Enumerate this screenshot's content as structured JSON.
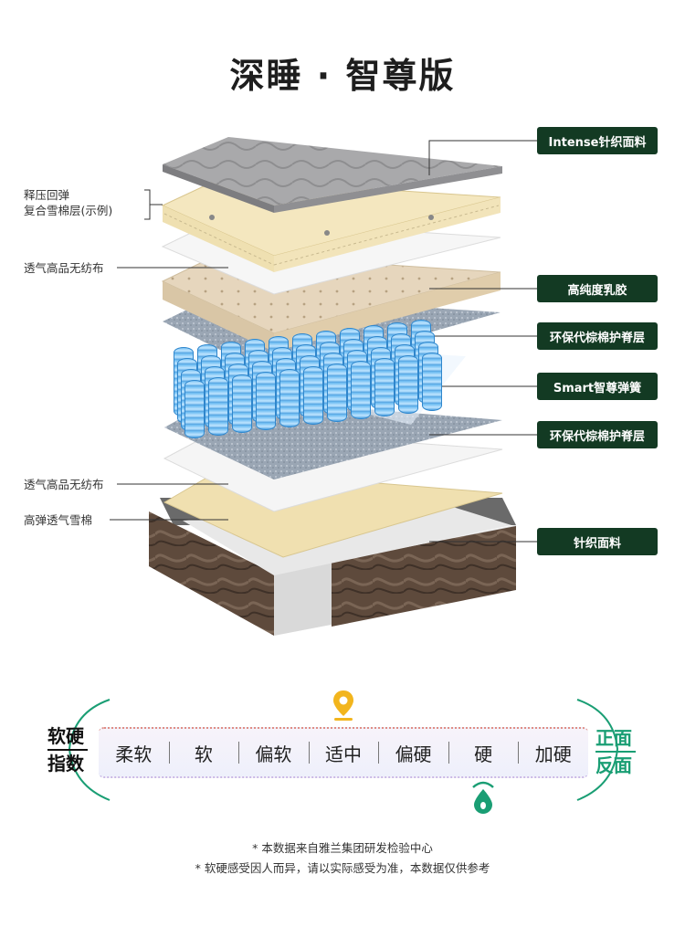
{
  "title": "深睡 · 智尊版",
  "right_tags": [
    {
      "label": "Intense针织面料"
    },
    {
      "label": "高纯度乳胶"
    },
    {
      "label": "环保代棕棉护脊层"
    },
    {
      "label": "Smart智尊弹簧"
    },
    {
      "label": "环保代棕棉护脊层"
    },
    {
      "label": "针织面料"
    }
  ],
  "left_labels": [
    {
      "line1": "释压回弹",
      "line2": "复合雪棉层(示例)"
    },
    {
      "line1": "透气高品无纺布"
    },
    {
      "line1": "透气高品无纺布"
    },
    {
      "line1": "高弹透气雪棉"
    }
  ],
  "firmness": {
    "label_top": "软硬",
    "label_bottom": "指数",
    "levels": [
      "柔软",
      "软",
      "偏软",
      "适中",
      "偏硬",
      "硬",
      "加硬"
    ],
    "front_label": "正面",
    "back_label": "反面",
    "front_level": "适中",
    "back_level": "硬",
    "colors": {
      "front_marker": "#f2b51d",
      "back_marker": "#1a9e74"
    }
  },
  "notes": [
    "* 本数据来自雅兰集团研发检验中心",
    "* 软硬感受因人而异，请以实际感受为准，本数据仅供参考"
  ],
  "colors": {
    "tag_bg": "#133a23",
    "accent_green": "#1a9e74"
  }
}
